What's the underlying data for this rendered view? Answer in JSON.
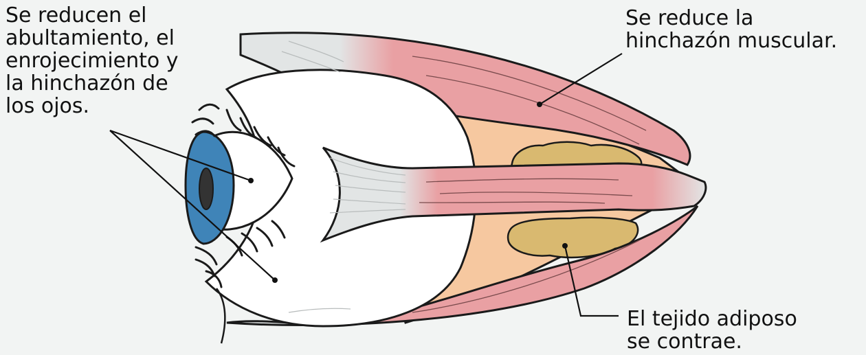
{
  "labels": {
    "eyes": "Se reducen el\nabultamiento, el\nenrojecimiento y\nla hinchazón de\nlos ojos.",
    "muscle": "Se reduce la\nhinchazón muscular.",
    "fat": "El tejido adiposo\nse contrae."
  },
  "colors": {
    "background": "#f2f4f3",
    "muscle": "#e9a0a3",
    "fat_tissue": "#f6c8a0",
    "fat_lobules": "#d9b970",
    "iris": "#3f84b8",
    "tendon": "#e2e5e5",
    "sclera": "#ffffff"
  },
  "icons": [
    "eye-diagram"
  ]
}
